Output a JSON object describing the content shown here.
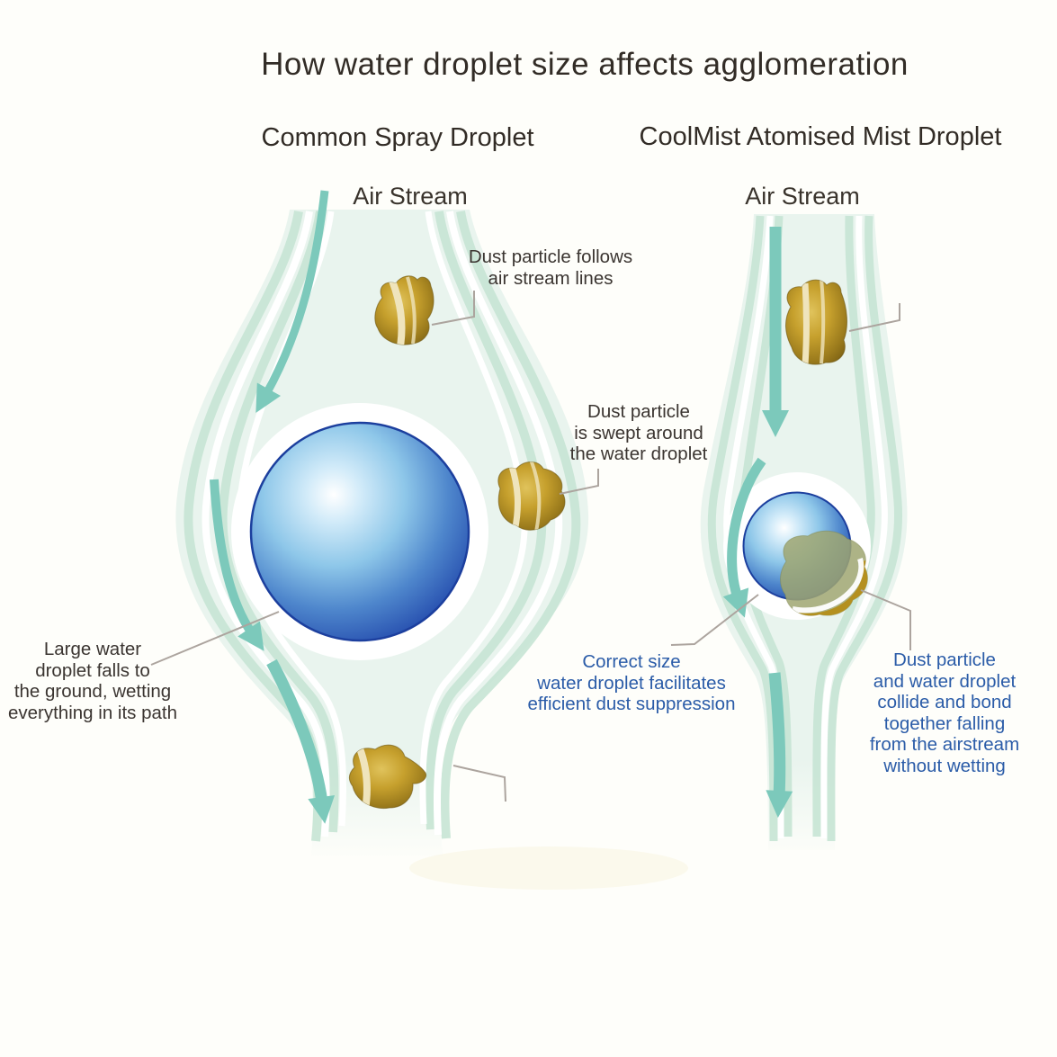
{
  "title": "How water droplet size affects agglomeration",
  "panels": {
    "left": {
      "subtitle": "Common Spray Droplet",
      "air_stream_label": "Air Stream",
      "annotations": {
        "follows": {
          "lines": [
            "Dust particle follows",
            "air stream lines"
          ]
        },
        "swept": {
          "lines": [
            "Dust particle",
            "is swept around",
            "the water droplet"
          ]
        },
        "falls": {
          "lines": [
            "Large water",
            "droplet falls to",
            "the ground, wetting",
            "everything in its path"
          ]
        }
      }
    },
    "right": {
      "subtitle": "CoolMist Atomised Mist Droplet",
      "air_stream_label": "Air Stream",
      "annotations": {
        "correct": {
          "lines": [
            "Correct size",
            "water droplet facilitates",
            "efficient dust suppression"
          ]
        },
        "collide": {
          "lines": [
            "Dust particle",
            "and water droplet",
            "collide and bond",
            "together falling",
            "from the airstream",
            "without wetting"
          ]
        }
      }
    }
  },
  "colors": {
    "background": "#FEFEFA",
    "heading_text": "#322C26",
    "annotation_text": "#3B3531",
    "blue_text": "#2B5CA8",
    "stream_wash": "#E9F4EE",
    "stream_mint": "#C7E4D4",
    "arrow_teal": "#7CC9BB",
    "droplet_blue_edge": "#24449E",
    "droplet_blue_mid": "#4E86CC",
    "droplet_highlight": "#FFFFFF",
    "dust_gold": "#C6A02D",
    "dust_stripe_cream": "#EFE4BC",
    "collision_olive": "#9FA671",
    "pointer_gray": "#ACA49E"
  },
  "icons": {
    "flow_arrow": "flow-arrow-icon",
    "water_droplet": "water-droplet-icon",
    "dust_particle": "dust-particle-icon"
  }
}
